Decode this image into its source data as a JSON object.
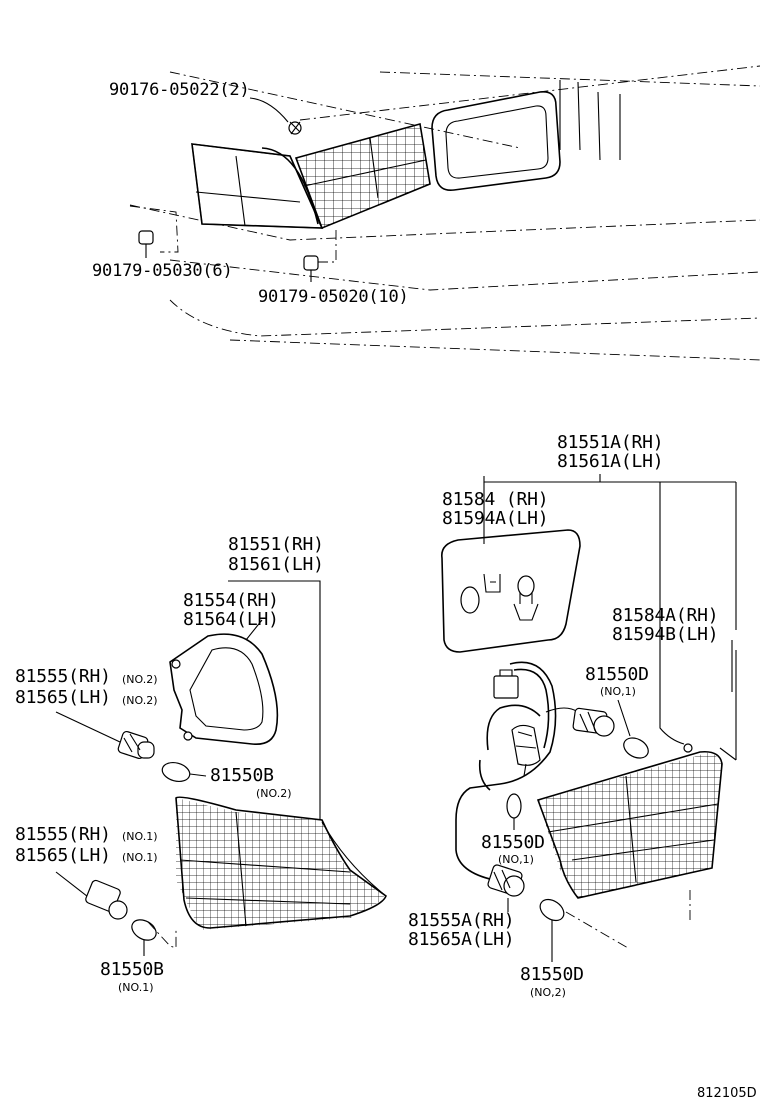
{
  "diagram_code": "812105D",
  "top_assembly": {
    "screw": "90176-05022(2)",
    "nut_left": "90179-05030(6)",
    "nut_right": "90179-05020(10)"
  },
  "left_assembly": {
    "lens_rh": "81551(RH)",
    "lens_lh": "81561(LH)",
    "gasket_rh": "81554(RH)",
    "gasket_lh": "81564(LH)",
    "socket_upper_rh": "81555(RH)",
    "socket_upper_lh": "81565(LH)",
    "socket_upper_note_rh": "(NO.2)",
    "socket_upper_note_lh": "(NO.2)",
    "bulb_upper": "81550B",
    "bulb_upper_note": "(NO.2)",
    "socket_lower_rh": "81555(RH)",
    "socket_lower_lh": "81565(LH)",
    "socket_lower_note_rh": "(NO.1)",
    "socket_lower_note_lh": "(NO.1)",
    "bulb_lower": "81550B",
    "bulb_lower_note": "(NO.1)"
  },
  "right_assembly": {
    "lens_rh": "81551A(RH)",
    "lens_lh": "81561A(LH)",
    "cover_rh": "81584  (RH)",
    "cover_lh": "81594A(LH)",
    "gasket_rh": "81584A(RH)",
    "gasket_lh": "81594B(LH)",
    "bulb_top": "81550D",
    "bulb_top_note": "(NO,1)",
    "bulb_mid": "81550D",
    "bulb_mid_note": "(NO,1)",
    "socket_rh": "81555A(RH)",
    "socket_lh": "81565A(LH)",
    "bulb_bottom": "81550D",
    "bulb_bottom_note": "(NO,2)"
  }
}
